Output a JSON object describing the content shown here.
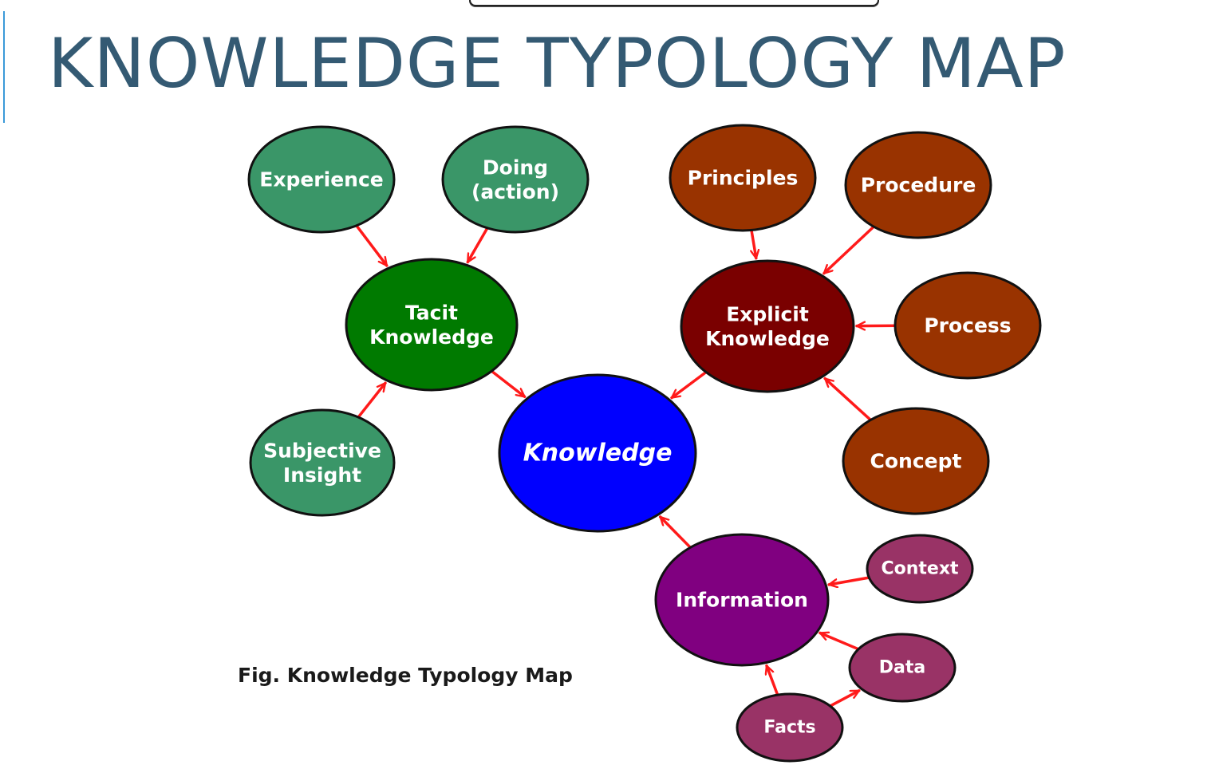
{
  "slide": {
    "title": "KNOWLEDGE TYPOLOGY MAP",
    "caption": "Fig.  Knowledge Typology Map"
  },
  "colors": {
    "title": "#345a73",
    "accent": "#3b9ad9",
    "arrow": "#ff1a1a",
    "tacit_sources": "#3a9668",
    "tacit": "#007a00",
    "explicit_sources": "#993300",
    "explicit": "#7a0000",
    "knowledge": "#0000ff",
    "knowledge_label": "#ff0033",
    "information": "#800080",
    "information_sources": "#993366"
  },
  "nodes": {
    "experience": {
      "lines": [
        "Experience"
      ]
    },
    "doing": {
      "lines": [
        "Doing",
        "(action)"
      ]
    },
    "tacit": {
      "lines": [
        "Tacit",
        "Knowledge"
      ]
    },
    "subjective": {
      "lines": [
        "Subjective",
        "Insight"
      ]
    },
    "knowledge": {
      "lines": [
        "Knowledge"
      ]
    },
    "principles": {
      "lines": [
        "Principles"
      ]
    },
    "procedure": {
      "lines": [
        "Procedure"
      ]
    },
    "explicit": {
      "lines": [
        "Explicit",
        "Knowledge"
      ]
    },
    "process": {
      "lines": [
        "Process"
      ]
    },
    "concept": {
      "lines": [
        "Concept"
      ]
    },
    "information": {
      "lines": [
        "Information"
      ]
    },
    "context": {
      "lines": [
        "Context"
      ]
    },
    "data": {
      "lines": [
        "Data"
      ]
    },
    "facts": {
      "lines": [
        "Facts"
      ]
    }
  },
  "edges": [
    {
      "from": "experience",
      "to": "tacit"
    },
    {
      "from": "doing",
      "to": "tacit"
    },
    {
      "from": "subjective",
      "to": "tacit"
    },
    {
      "from": "tacit",
      "to": "knowledge"
    },
    {
      "from": "principles",
      "to": "explicit"
    },
    {
      "from": "procedure",
      "to": "explicit"
    },
    {
      "from": "process",
      "to": "explicit"
    },
    {
      "from": "concept",
      "to": "explicit"
    },
    {
      "from": "explicit",
      "to": "knowledge"
    },
    {
      "from": "information",
      "to": "knowledge"
    },
    {
      "from": "context",
      "to": "information"
    },
    {
      "from": "data",
      "to": "information"
    },
    {
      "from": "facts",
      "to": "information"
    },
    {
      "from": "facts",
      "to": "data"
    }
  ]
}
